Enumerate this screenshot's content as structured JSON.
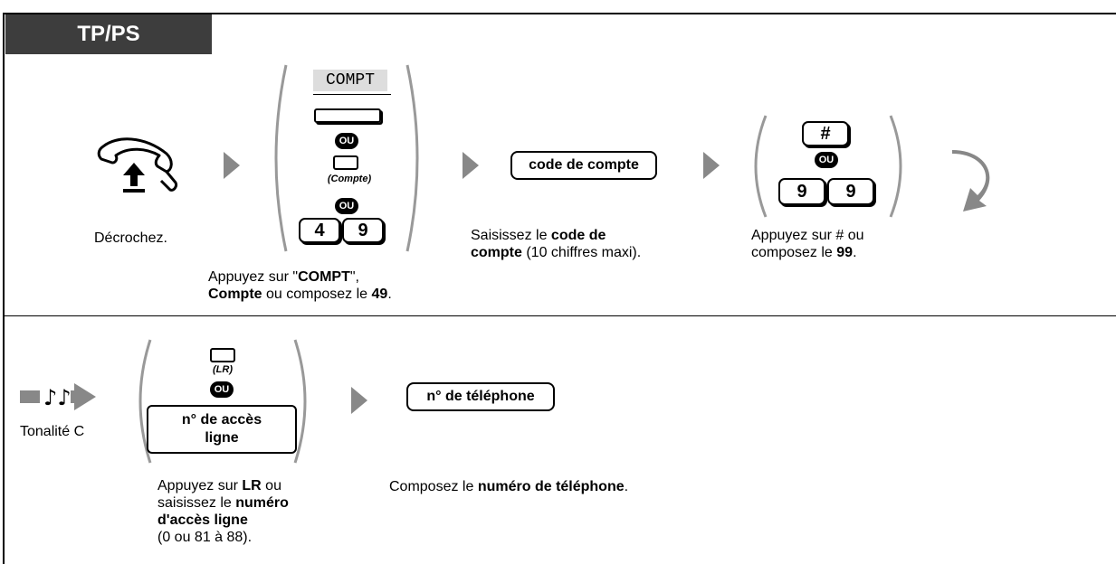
{
  "header": {
    "tab_label": "TP/PS"
  },
  "step1": {
    "caption": "Décrochez.",
    "icon": "handset-offhook-icon"
  },
  "step2": {
    "compt_label": "COMPT",
    "ou_1": "OU",
    "compte_label": "(Compte)",
    "ou_2": "OU",
    "key_4": "4",
    "key_9": "9",
    "caption": {
      "l1a": "Appuyez sur \"",
      "l1b": "COMPT",
      "l1c": "\",",
      "l2a": "Compte",
      "l2b": " ou composez le ",
      "l2c": "49",
      "l2d": "."
    }
  },
  "step3": {
    "pill": "code de compte",
    "caption": {
      "l1a": "Saisissez le ",
      "l1b": "code de",
      "l2a": "compte",
      "l2b": " (10 chiffres maxi)."
    }
  },
  "step4": {
    "key_hash": "#",
    "ou": "OU",
    "key_9a": "9",
    "key_9b": "9",
    "caption": {
      "l1": "Appuyez sur # ou",
      "l2a": "composez le ",
      "l2b": "99",
      "l2c": "."
    }
  },
  "step5": {
    "caption": "Tonalité C",
    "icon": "tone-music-icon"
  },
  "step6": {
    "lr_label": "(LR)",
    "ou": "OU",
    "access_box_l1": "n° de accès",
    "access_box_l2": "ligne",
    "caption": {
      "l1a": "Appuyez sur ",
      "l1b": "LR",
      "l1c": " ou",
      "l2a": "saisissez le ",
      "l2b": "numéro",
      "l3": "d'accès ligne",
      "l4": "(0 ou 81 à 88)."
    }
  },
  "step7": {
    "pill": "n° de téléphone",
    "caption": {
      "a": "Composez le ",
      "b": "numéro de téléphone",
      "c": "."
    }
  }
}
